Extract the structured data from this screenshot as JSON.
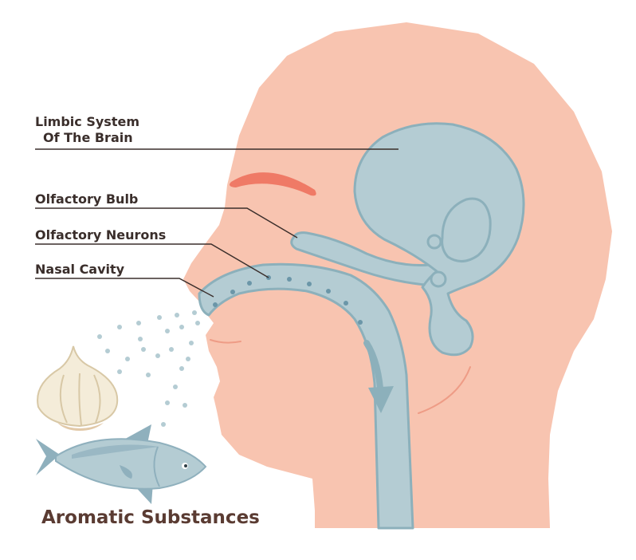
{
  "labels": {
    "limbic_line1": "Limbic System",
    "limbic_line2": "Of The Brain",
    "olfactory_bulb": "Olfactory Bulb",
    "olfactory_neurons": "Olfactory Neurons",
    "nasal_cavity": "Nasal Cavity"
  },
  "caption": "Aromatic Substances",
  "icons": [
    "garlic-icon",
    "fish-icon"
  ],
  "colors": {
    "skin": "#f8c4b0",
    "skin_dark": "#ee9c86",
    "eyebrow": "#ef7a66",
    "organ_fill": "#b4ccd3",
    "organ_stroke": "#8cb0bb",
    "dots": "#6b96a8",
    "text": "#3a2e2b",
    "caption": "#5a3b32"
  }
}
